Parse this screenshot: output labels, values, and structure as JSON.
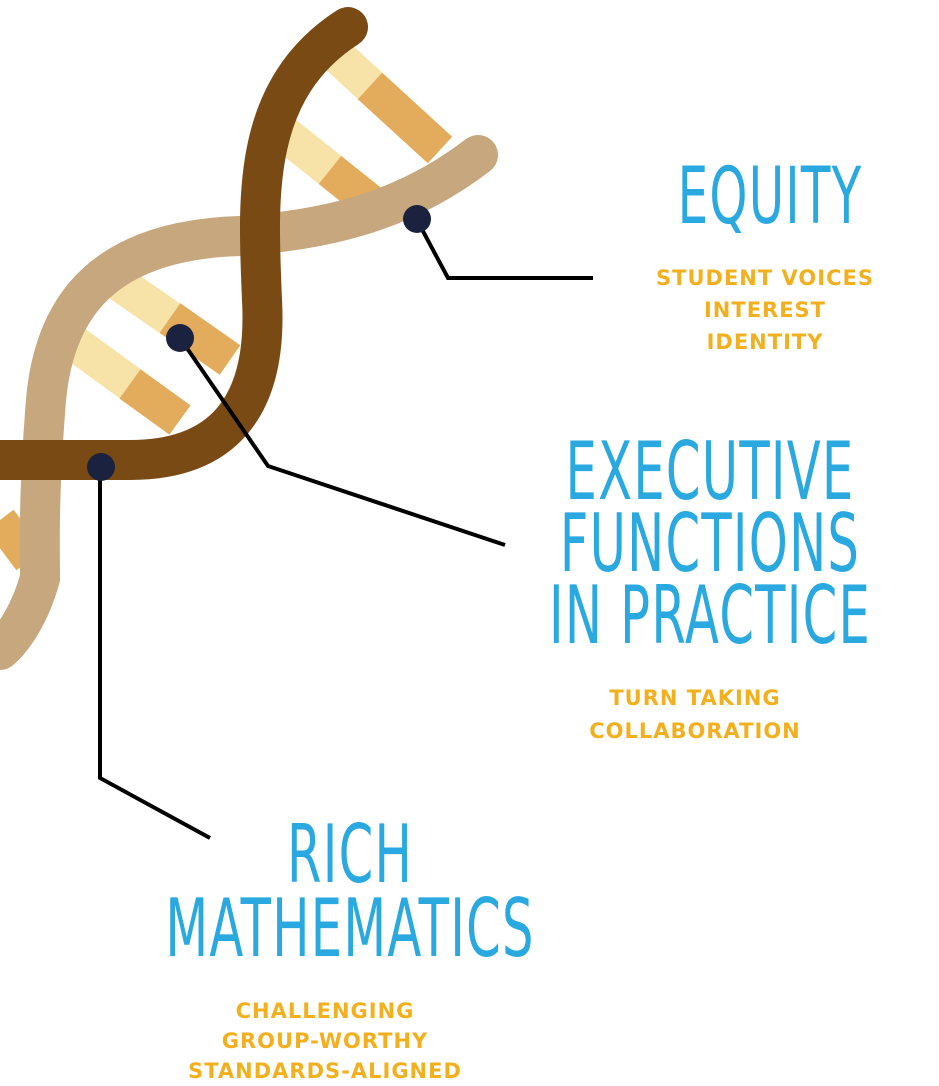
{
  "colors": {
    "heading": "#2aa9e0",
    "subtext": "#f2b01e",
    "leader_line": "#000000",
    "dot": "#1b2240",
    "strand_dark": "#7a4a14",
    "strand_light": "#c7a77e",
    "rung_light": "#f7e3a8",
    "rung_dark": "#e3ab5c"
  },
  "sections": {
    "equity": {
      "title": "Equity",
      "items": [
        "Student Voices",
        "Interest",
        "Identity"
      ]
    },
    "executive_functions": {
      "title_lines": [
        "Executive",
        "Functions",
        "in Practice"
      ],
      "items": [
        "Turn Taking",
        "Collaboration"
      ]
    },
    "rich_mathematics": {
      "title_lines": [
        "Rich",
        "Mathematics"
      ],
      "items": [
        "Challenging",
        "Group-Worthy",
        "Standards-Aligned"
      ]
    }
  }
}
